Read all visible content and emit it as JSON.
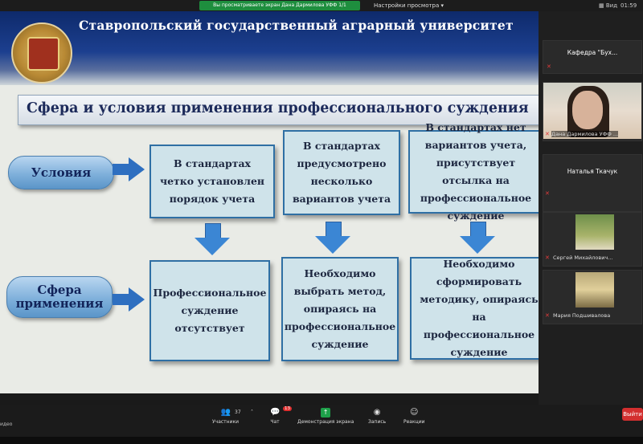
{
  "top": {
    "share_banner": "Вы просматриваете экран Дана Дармилова УФФ 1/1",
    "view_settings": "Настройки просмотра",
    "view_btn": "Вид",
    "clock": "01:59"
  },
  "slide": {
    "university": "Ставропольский государственный аграрный университет",
    "title": "Сфера и условия применения профессионального суждения",
    "label_conditions": "Условия",
    "label_scope": "Сфера применения",
    "conditions": [
      "В стандартах четко установлен порядок учета",
      "В стандартах предусмотрено несколько вариантов учета",
      "В стандартах нет вариантов учета, присутствует отсылка на профессиональное суждение"
    ],
    "scope": [
      "Профессиональное суждение отсутствует",
      "Необходимо выбрать метод, опираясь на профессиональное суждение",
      "Необходимо сформировать методику, опираясь на профессиональное суждение"
    ]
  },
  "participants": {
    "tile1_name": "Кафедра \"Бух...",
    "tile2_label": "Дана Дармилова УФФ ...",
    "tile3_name": "Наталья Ткачук",
    "tile4_label": "Сергей Михайлович...",
    "tile5_label": "Мария Подшивалова"
  },
  "toolbar": {
    "participants_label": "Участники",
    "participants_count": "37",
    "chat_label": "Чат",
    "chat_badge": "13",
    "share_label": "Демонстрация экрана",
    "record_label": "Запись",
    "reactions_label": "Реакции",
    "exit_label": "Выйти",
    "video_label": "идео"
  },
  "colors": {
    "share_green": "#1e8e3e",
    "slide_blue": "#1c3f8f",
    "arrow_blue": "#2e6fc0",
    "exit_red": "#d32f2f"
  }
}
